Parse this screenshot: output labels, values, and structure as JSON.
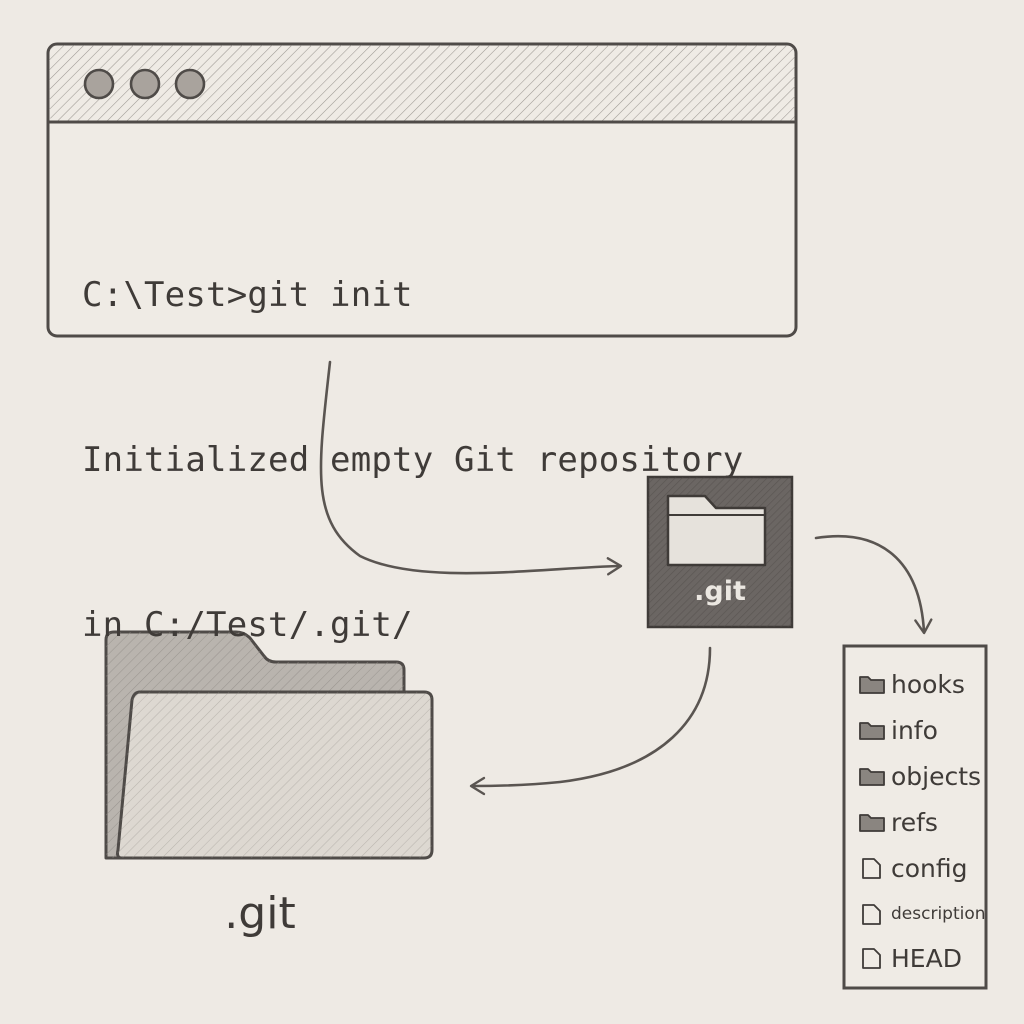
{
  "terminal": {
    "window_buttons": [
      "circle",
      "circle",
      "circle"
    ],
    "lines": [
      "C:\\Test>git init",
      "Initialized empty Git repository",
      "in C:/Test/.git/"
    ]
  },
  "git_folder": {
    "label": ".git",
    "icon": "folder-icon"
  },
  "repo_folder": {
    "label": ".git",
    "icon": "folder-icon"
  },
  "contents": {
    "items": [
      {
        "label": "hooks",
        "type": "folder",
        "icon": "folder-icon"
      },
      {
        "label": "info",
        "type": "folder",
        "icon": "folder-icon"
      },
      {
        "label": "objects",
        "type": "folder",
        "icon": "folder-icon"
      },
      {
        "label": "refs",
        "type": "folder",
        "icon": "folder-icon"
      },
      {
        "label": "config",
        "type": "file",
        "icon": "file-icon"
      },
      {
        "label": "description",
        "type": "file",
        "icon": "file-icon"
      },
      {
        "label": "HEAD",
        "type": "file",
        "icon": "file-icon"
      }
    ]
  },
  "colors": {
    "paper": "#eeeae4",
    "pencil": "#4a4643",
    "dark_fill": "#6b6663",
    "light_fill": "#d8d3cc"
  }
}
